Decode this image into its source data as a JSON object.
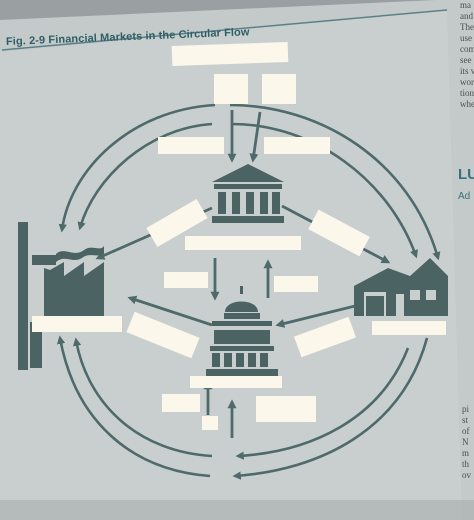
{
  "figure": {
    "heading": "Fig. 2-9   Financial Markets in the Circular Flow"
  },
  "margin_text_top": [
    "ma",
    "and",
    "The",
    "use",
    "com",
    "see",
    "its v",
    "wor",
    "tion",
    "whe"
  ],
  "section_heading": "LU",
  "section_subheading": "Ad",
  "margin_text_bottom": [
    "pi",
    "st",
    "of",
    "N",
    "m",
    "th",
    "ov"
  ],
  "colors": {
    "page_paper": "#c4c9c9",
    "figure_panel": "#c9cfcf",
    "diagram_fill": "#4c6363",
    "arrow_color": "#4f6a6a",
    "label_blank": "#fbf7ea",
    "heading_color": "#2f5f66"
  },
  "icons": [
    "bank-icon",
    "factory-icon",
    "capitol-building-icon",
    "house-icon"
  ],
  "blank_label_boxes": 18
}
